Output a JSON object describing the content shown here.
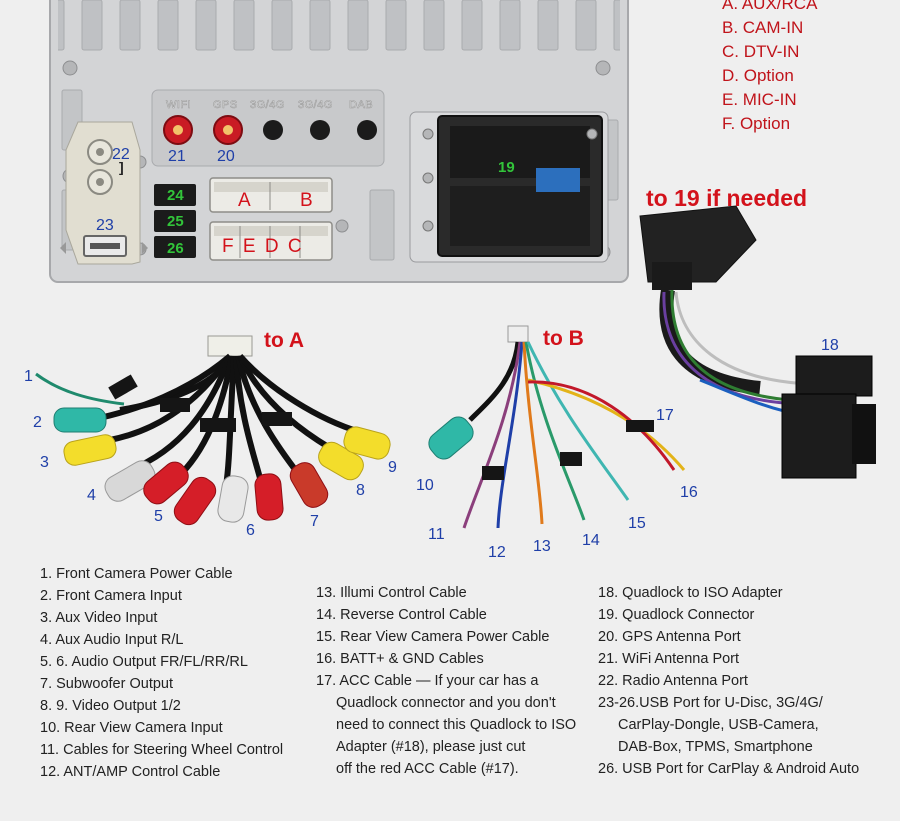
{
  "options": {
    "items": [
      "A. AUX/RCA",
      "B. CAM-IN",
      "C. DTV-IN",
      "D. Option",
      "E. MIC-IN",
      "F. Option"
    ]
  },
  "panel": {
    "port_labels": [
      "WIFI",
      "GPS",
      "3G/4G",
      "3G/4G",
      "DAB"
    ],
    "n21": "21",
    "n20": "20",
    "n22": "22",
    "n23": "23",
    "n24": "24",
    "n25": "25",
    "n26": "26",
    "n19": "19",
    "conn_a": "A",
    "conn_b": "B",
    "conn_fedc": "F E D C"
  },
  "callouts": {
    "to_a": "to A",
    "to_b": "to B",
    "to_19": "to 19 if needed"
  },
  "numbers": {
    "n1": "1",
    "n2": "2",
    "n3": "3",
    "n4": "4",
    "n5": "5",
    "n6": "6",
    "n7": "7",
    "n8": "8",
    "n9": "9",
    "n10": "10",
    "n11": "11",
    "n12": "12",
    "n13": "13",
    "n14": "14",
    "n15": "15",
    "n16": "16",
    "n17": "17",
    "n18": "18"
  },
  "legend": {
    "col1": [
      "1. Front Camera Power Cable",
      "2. Front Camera Input",
      "3. Aux Video Input",
      "4. Aux Audio Input R/L",
      "5. 6. Audio Output FR/FL/RR/RL",
      "7. Subwoofer Output",
      "8. 9. Video Output 1/2",
      "10. Rear View Camera Input",
      "11. Cables for Steering Wheel Control",
      "12. ANT/AMP Control Cable"
    ],
    "col2": [
      "13. Illumi Control Cable",
      "14. Reverse Control Cable",
      "15. Rear View Camera Power Cable",
      "16. BATT+ & GND Cables",
      "17. ACC Cable — If your car has a",
      "Quadlock connector and you don't",
      "need to connect this Quadlock to ISO",
      "Adapter (#18), please just cut",
      "off the red ACC Cable (#17)."
    ],
    "col3": [
      "18. Quadlock to ISO Adapter",
      "19. Quadlock Connector",
      "20. GPS Antenna Port",
      "21. WiFi Antenna Port",
      "22. Radio Antenna Port",
      "23-26.USB Port for U-Disc, 3G/4G/",
      "CarPlay-Dongle, USB-Camera,",
      "DAB-Box, TPMS, Smartphone",
      "26. USB Port  for CarPlay &  Android Auto"
    ]
  },
  "colors": {
    "callout_red": "#d3121b",
    "number_blue": "#1f3fa8",
    "port_green": "#32c43a",
    "panel_metal": "#cfd0d2"
  }
}
